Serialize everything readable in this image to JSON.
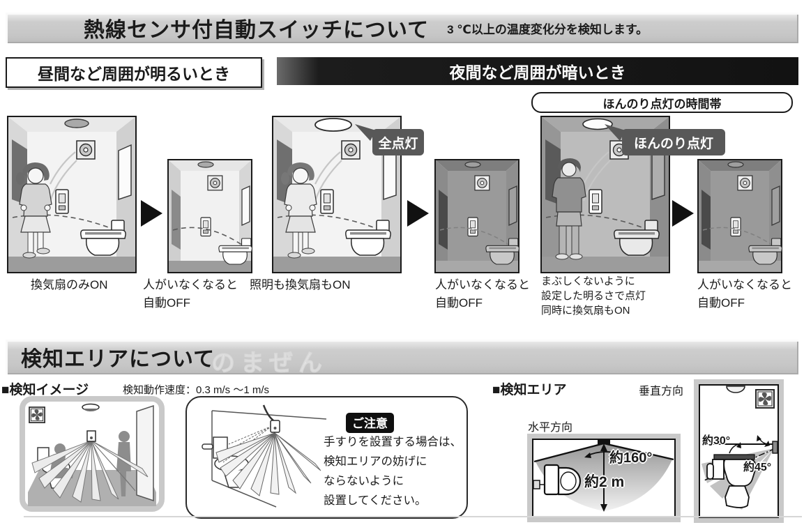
{
  "header": {
    "title": "熱線センサ付自動スイッチについて",
    "note": "3 ℃以上の温度変化分を検知します。"
  },
  "modes": {
    "day_heading": "昼間など周囲が明るいとき",
    "night_heading": "夜間など周囲が暗いとき",
    "soft_band": "ほんのり点灯の時間帯",
    "full_light_label": "全点灯",
    "soft_light_label": "ほんのり点灯"
  },
  "captions": [
    {
      "lines": [
        "換気扇のみON"
      ]
    },
    {
      "lines": [
        "人がいなくなると",
        "自動OFF"
      ]
    },
    {
      "lines": [
        "照明も換気扇もON"
      ]
    },
    {
      "lines": [
        "人がいなくなると",
        "自動OFF"
      ]
    },
    {
      "lines": [
        "まぶしくないように",
        "設定した明るさで点灯",
        "同時に換気扇もON"
      ]
    },
    {
      "lines": [
        "人がいなくなると",
        "自動OFF"
      ]
    }
  ],
  "detection": {
    "heading": "検知エリアについて",
    "watermark": "のまぜん",
    "image_label": "■検知イメージ",
    "speed": "検知動作速度：0.3 m/s ～1 m/s",
    "notice": {
      "badge": "ご注意",
      "lines": [
        "手すりを設置する場合は、",
        "検知エリアの妨げに",
        "ならないように",
        "設置してください。"
      ]
    },
    "area_label": "■検知エリア",
    "horizontal_label": "水平方向",
    "vertical_label": "垂直方向",
    "horizontal_angle": "約160°",
    "horizontal_reach": "約2 m",
    "vertical_angle_top": "約30°",
    "vertical_angle_down": "約45°"
  },
  "colors": {
    "bar_gray": "#c7c7c7",
    "night_black": "#161616",
    "callout_gray": "#585858",
    "frame_gray": "#c9c9c9"
  }
}
